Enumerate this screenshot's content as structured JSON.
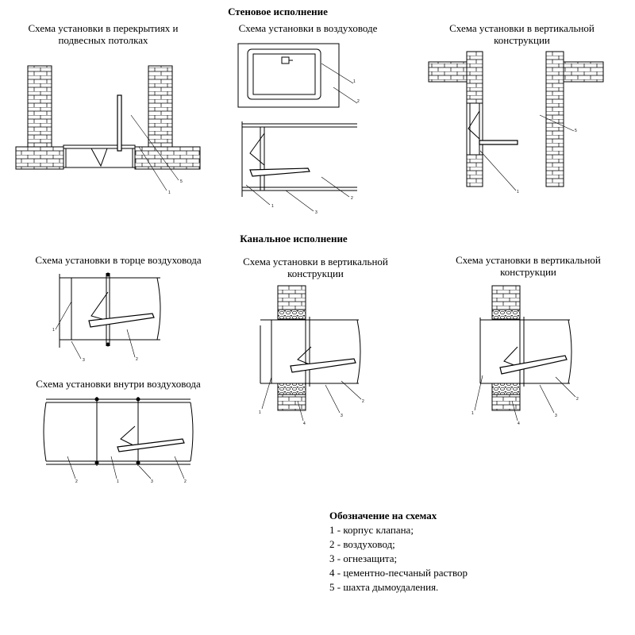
{
  "sections": {
    "wall": "Стеновое исполнение",
    "channel": "Канальное исполнение"
  },
  "captions": {
    "ceiling": [
      "Схема установки в перекрытиях и",
      "подвесных потолках"
    ],
    "duct": "Схема установки в воздуховоде",
    "vertical_wall": [
      "Схема установки в вертикальной",
      "конструкции"
    ],
    "duct_end": "Схема установки в торце воздуховода",
    "vertical_channel_1": [
      "Схема установки в вертикальной",
      "конструкции"
    ],
    "vertical_channel_2": [
      "Схема установки в вертикальной",
      "конструкции"
    ],
    "inside_duct": "Схема установки внутри воздуховода"
  },
  "legend": {
    "title": "Обозначение на схемах",
    "items": [
      "1 - корпус клапана;",
      "2 - воздуховод;",
      "3 - огнезащита;",
      "4 - цементно-песчаный раствор",
      "5 - шахта дымоудаления."
    ]
  },
  "callouts": {
    "fig_ceiling": [
      "5",
      "1"
    ],
    "fig_duct_top": [
      "1",
      "2"
    ],
    "fig_duct_bottom": [
      "1",
      "3",
      "2"
    ],
    "fig_vertical_wall": [
      "5",
      "1"
    ],
    "fig_duct_end": [
      "1",
      "3",
      "2"
    ],
    "fig_inside_duct": [
      "2",
      "1",
      "3",
      "2"
    ],
    "fig_vertical_channel_1": [
      "1",
      "4",
      "3",
      "2"
    ],
    "fig_vertical_channel_2": [
      "1",
      "4",
      "3",
      "2"
    ]
  }
}
